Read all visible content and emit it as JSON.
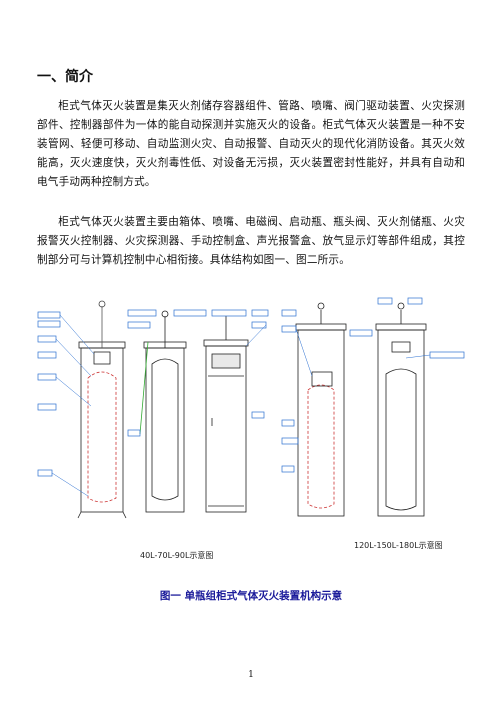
{
  "heading": "一、简介",
  "paragraphs": [
    "柜式气体灭火装置是集灭火剂储存容器组件、管路、喷嘴、阀门驱动装置、火灾探测部件、控制器部件为一体的能自动探测并实施灭火的设备。柜式气体灭火装置是一种不安装管网、轻便可移动、自动监测火灾、自动报警、自动灭火的现代化消防设备。其灭火效能高，灭火速度快，灭火剂毒性低、对设备无污损，灭火装置密封性能好，并具有自动和电气手动两种控制方式。",
    "柜式气体灭火装置主要由箱体、喷嘴、电磁阀、启动瓶、瓶头阀、灭火剂储瓶、火灾报警灭火控制器、火灾探测器、手动控制盒、声光报警盒、放气显示灯等部件组成，其控制部分可与计算机控制中心相衔接。具体结构如图一、图二所示。"
  ],
  "figure": {
    "left_size_label": "40L-70L-90L示意图",
    "right_size_label": "120L-150L-180L示意图"
  },
  "caption": "图一  单瓶组柜式气体灭火装置机构示意",
  "page_number": "1"
}
